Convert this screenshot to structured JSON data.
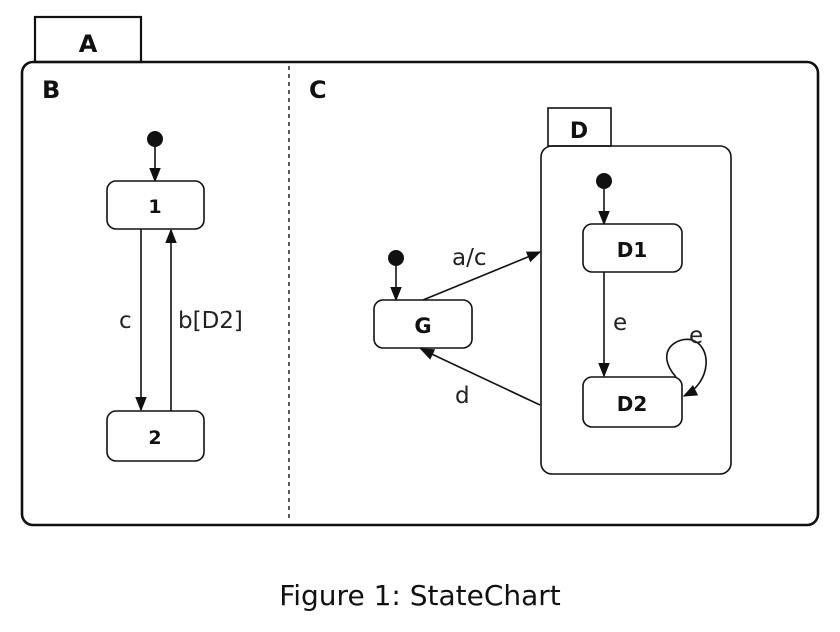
{
  "diagram": {
    "tab_a": "A",
    "region_b": "B",
    "region_c": "C",
    "tab_d": "D",
    "states": {
      "s1": "1",
      "s2": "2",
      "g": "G",
      "d1": "D1",
      "d2": "D2"
    },
    "edges": {
      "c": "c",
      "b_d2": "b[D2]",
      "a_c": "a/c",
      "d": "d",
      "e_down": "e",
      "e_self": "e"
    }
  },
  "caption": "Figure 1: StateChart",
  "colors": {
    "stroke": "#111111",
    "background": "#ffffff"
  }
}
